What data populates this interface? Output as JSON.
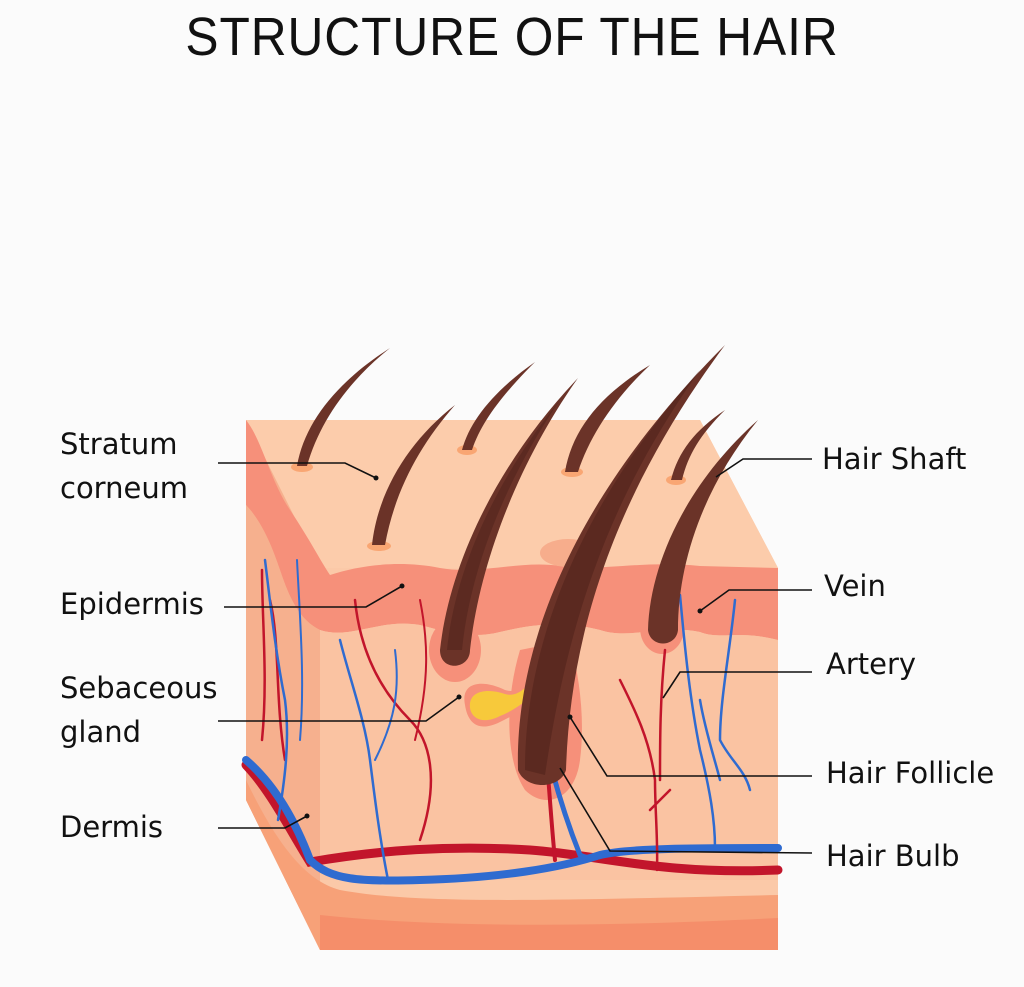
{
  "title": "STRUCTURE OF THE HAIR",
  "labels": {
    "left": [
      {
        "id": "stratum-corneum",
        "line1": "Stratum",
        "line2": "corneum"
      },
      {
        "id": "epidermis",
        "line1": "Epidermis"
      },
      {
        "id": "sebaceous-gland",
        "line1": "Sebaceous",
        "line2": "gland"
      },
      {
        "id": "dermis",
        "line1": "Dermis"
      }
    ],
    "right": [
      {
        "id": "hair-shaft",
        "line1": "Hair Shaft"
      },
      {
        "id": "vein",
        "line1": "Vein"
      },
      {
        "id": "artery",
        "line1": "Artery"
      },
      {
        "id": "hair-follicle",
        "line1": "Hair Follicle"
      },
      {
        "id": "hair-bulb",
        "line1": "Hair Bulb"
      }
    ]
  },
  "colors": {
    "background": "#fbfbfb",
    "skin_top": "#fbc9a8",
    "epidermis": "#f6907a",
    "dermis": "#f9c0a0",
    "dermis_side": "#f5aa86",
    "hypodermis": "#f7a178",
    "hair": "#6b3328",
    "hair_dark": "#4e2119",
    "artery": "#c2152b",
    "vein": "#2f6bd0",
    "sebum": "#f7c93b",
    "leader_line": "#111111"
  }
}
